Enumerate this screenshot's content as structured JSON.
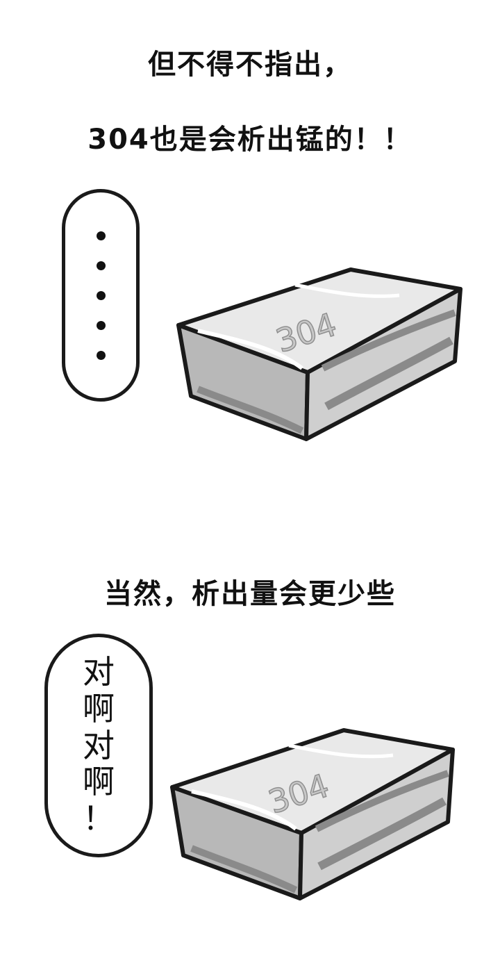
{
  "panel1": {
    "caption_line1": "但不得不指出，",
    "caption_line2": "304也是会析出锰的！！",
    "bubble_text": "·····",
    "ingot_label": "304"
  },
  "panel2": {
    "caption": "当然，析出量会更少些",
    "bubble_chars": [
      "对",
      "啊",
      "对",
      "啊",
      "！"
    ],
    "ingot_label": "304"
  },
  "colors": {
    "outline": "#1a1a1a",
    "top_face": "#e8e8e8",
    "front_face": "#b5b5b5",
    "side_face": "#d2d2d2",
    "shadow_stripe": "#8a8a8a"
  }
}
